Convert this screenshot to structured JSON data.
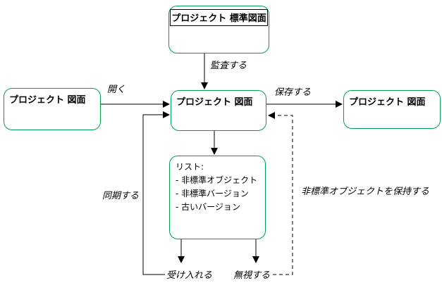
{
  "diagram": {
    "nodes": {
      "standard": {
        "label": "プロジェクト 標準図面"
      },
      "left": {
        "label": "プロジェクト 図面"
      },
      "center": {
        "label": "プロジェクト 図面"
      },
      "right": {
        "label": "プロジェクト 図面"
      },
      "list": {
        "title": "リスト:",
        "items": [
          "- 非標準オブジェクト",
          "- 非標準バージョン",
          "- 古いバージョン"
        ]
      }
    },
    "edge_labels": {
      "audit": "監査する",
      "open": "開く",
      "save": "保存する",
      "sync": "同期する",
      "accept": "受け入れる",
      "ignore": "無視する",
      "keep": "非標準オブジェクトを保持する"
    },
    "colors": {
      "box_border": "#00A050",
      "line": "#000000",
      "background": "#FFFFFF"
    }
  }
}
